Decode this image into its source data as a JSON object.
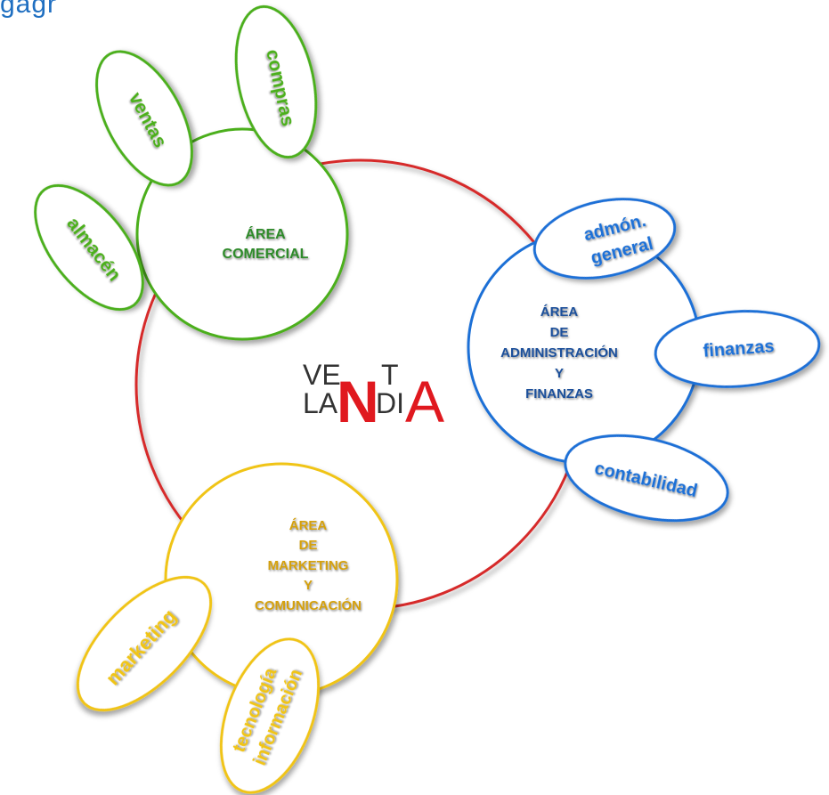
{
  "header_fragment": "gagr",
  "logo": {
    "top_left": "VE",
    "top_n": "N",
    "top_right": "T",
    "bottom_left": "LA",
    "big_n": "N",
    "bottom_mid": "DI",
    "big_a": "A"
  },
  "colors": {
    "center_ring": "#d62a2a",
    "comercial": "#4caf1c",
    "comercial_text": "#2f8a2a",
    "admin": "#1e6fd6",
    "admin_text": "#1a4f9a",
    "marketing": "#f0c419",
    "marketing_text": "#d4a010",
    "logo_dark": "#333333",
    "logo_red": "#e0191f"
  },
  "areas": {
    "comercial": {
      "title_line1": "ÁREA",
      "title_line2": "COMERCIAL",
      "satellites": [
        "ventas",
        "compras",
        "almacén"
      ]
    },
    "admin": {
      "title_line1": "ÁREA",
      "title_line2": "DE",
      "title_line3": "ADMINISTRACIÓN",
      "title_line4": "Y",
      "title_line5": "FINANZAS",
      "satellites": [
        "admón.",
        "general",
        "finanzas",
        "contabilidad"
      ]
    },
    "marketing": {
      "title_line1": "ÁREA",
      "title_line2": "DE",
      "title_line3": "MARKETING",
      "title_line4": "Y",
      "title_line5": "COMUNICACIÓN",
      "satellites": [
        "marketing",
        "tecnología",
        "información"
      ]
    }
  }
}
